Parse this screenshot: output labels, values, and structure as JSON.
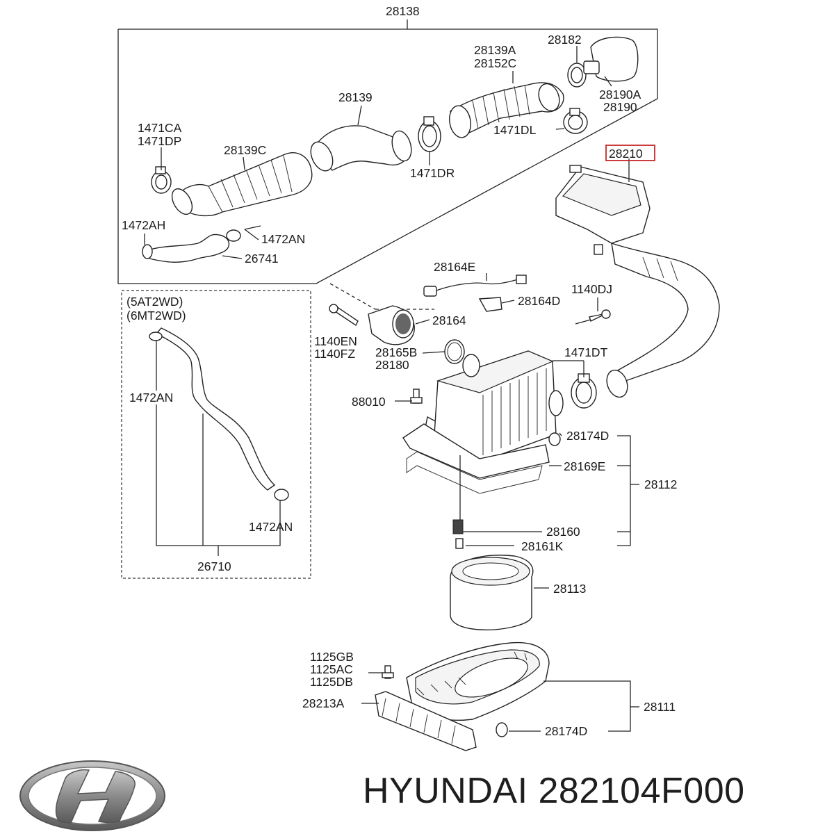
{
  "labels": {
    "assy_28138": "28138",
    "hose_28139a": "28139A",
    "hose_28152c": "28152C",
    "clamp_28182": "28182",
    "resonator_28190a": "28190A",
    "resonator_28190": "28190",
    "duct_28139": "28139",
    "clamp_1471ca": "1471CA",
    "clamp_1471dp": "1471DP",
    "hose_28139c": "28139C",
    "clamp_1471dr": "1471DR",
    "clamp_1471dl": "1471DL",
    "hose_1472ah": "1472AH",
    "clamp_1472an_top": "1472AN",
    "hose_26741": "26741",
    "duct_28210": "28210",
    "variant_5at": "(5AT2WD)",
    "variant_6mt": "(6MT2WD)",
    "clamp_1472an_left": "1472AN",
    "clamp_1472an_right": "1472AN",
    "hose_26710": "26710",
    "harness_28164e": "28164E",
    "bracket_28164d": "28164D",
    "bolt_1140dj": "1140DJ",
    "sensor_28164": "28164",
    "bolt_1140en": "1140EN",
    "bolt_1140fz": "1140FZ",
    "oring_28165b": "28165B",
    "oring_28180": "28180",
    "clamp_1471dt": "1471DT",
    "bolt_88010": "88010",
    "clip_28174d_top": "28174D",
    "seal_28169e": "28169E",
    "cleaner_28112": "28112",
    "mount_28160": "28160",
    "collar_28161k": "28161K",
    "element_28113": "28113",
    "bolt_1125gb": "1125GB",
    "bolt_1125ac": "1125AC",
    "bolt_1125db": "1125DB",
    "cover_28213a": "28213A",
    "body_28111": "28111",
    "clip_28174d_bottom": "28174D"
  },
  "caption": {
    "brand": "HYUNDAI",
    "part_number": "282104F000"
  },
  "colors": {
    "highlight_box": "#c62828",
    "line": "#222222",
    "logo": "#8a8a8a"
  },
  "icons": {
    "logo": "hyundai-logo"
  }
}
